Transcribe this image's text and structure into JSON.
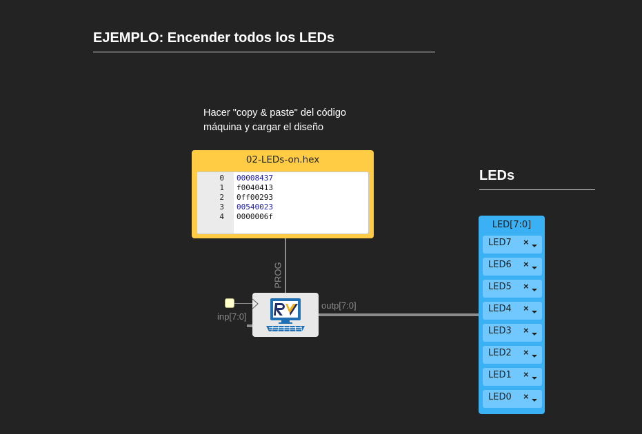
{
  "sections": {
    "example_title": "EJEMPLO: Encender todos los LEDs",
    "leds_title": "LEDs"
  },
  "instructions": {
    "line1": "Hacer \"copy & paste\" del código",
    "line2": "máquina y cargar el diseño"
  },
  "memory": {
    "filename": "02-LEDs-on.hex",
    "rows": [
      {
        "index": "0",
        "value": "00008437"
      },
      {
        "index": "1",
        "value": "f0040413"
      },
      {
        "index": "2",
        "value": "0ff00293"
      },
      {
        "index": "3",
        "value": "00540023"
      },
      {
        "index": "4",
        "value": "0000006f"
      }
    ]
  },
  "processor": {
    "prog_label": "PROG",
    "input_label": "inp[7:0]",
    "output_label": "outp[7:0]",
    "icon": "riscv-computer-icon"
  },
  "leds": {
    "header": "LED[7:0]",
    "items": [
      "LED7",
      "LED6",
      "LED5",
      "LED4",
      "LED3",
      "LED2",
      "LED1",
      "LED0"
    ],
    "clear_symbol": "×",
    "clear_icon": "close-icon",
    "dropdown_icon": "caret-down-icon"
  },
  "colors": {
    "background": "#232323",
    "memory_block": "#ffcc44",
    "leds_block": "#3ab0f5",
    "led_item": "#70c8ff",
    "wire": "#8c8c8c",
    "input_pin": "#ffffcc"
  }
}
